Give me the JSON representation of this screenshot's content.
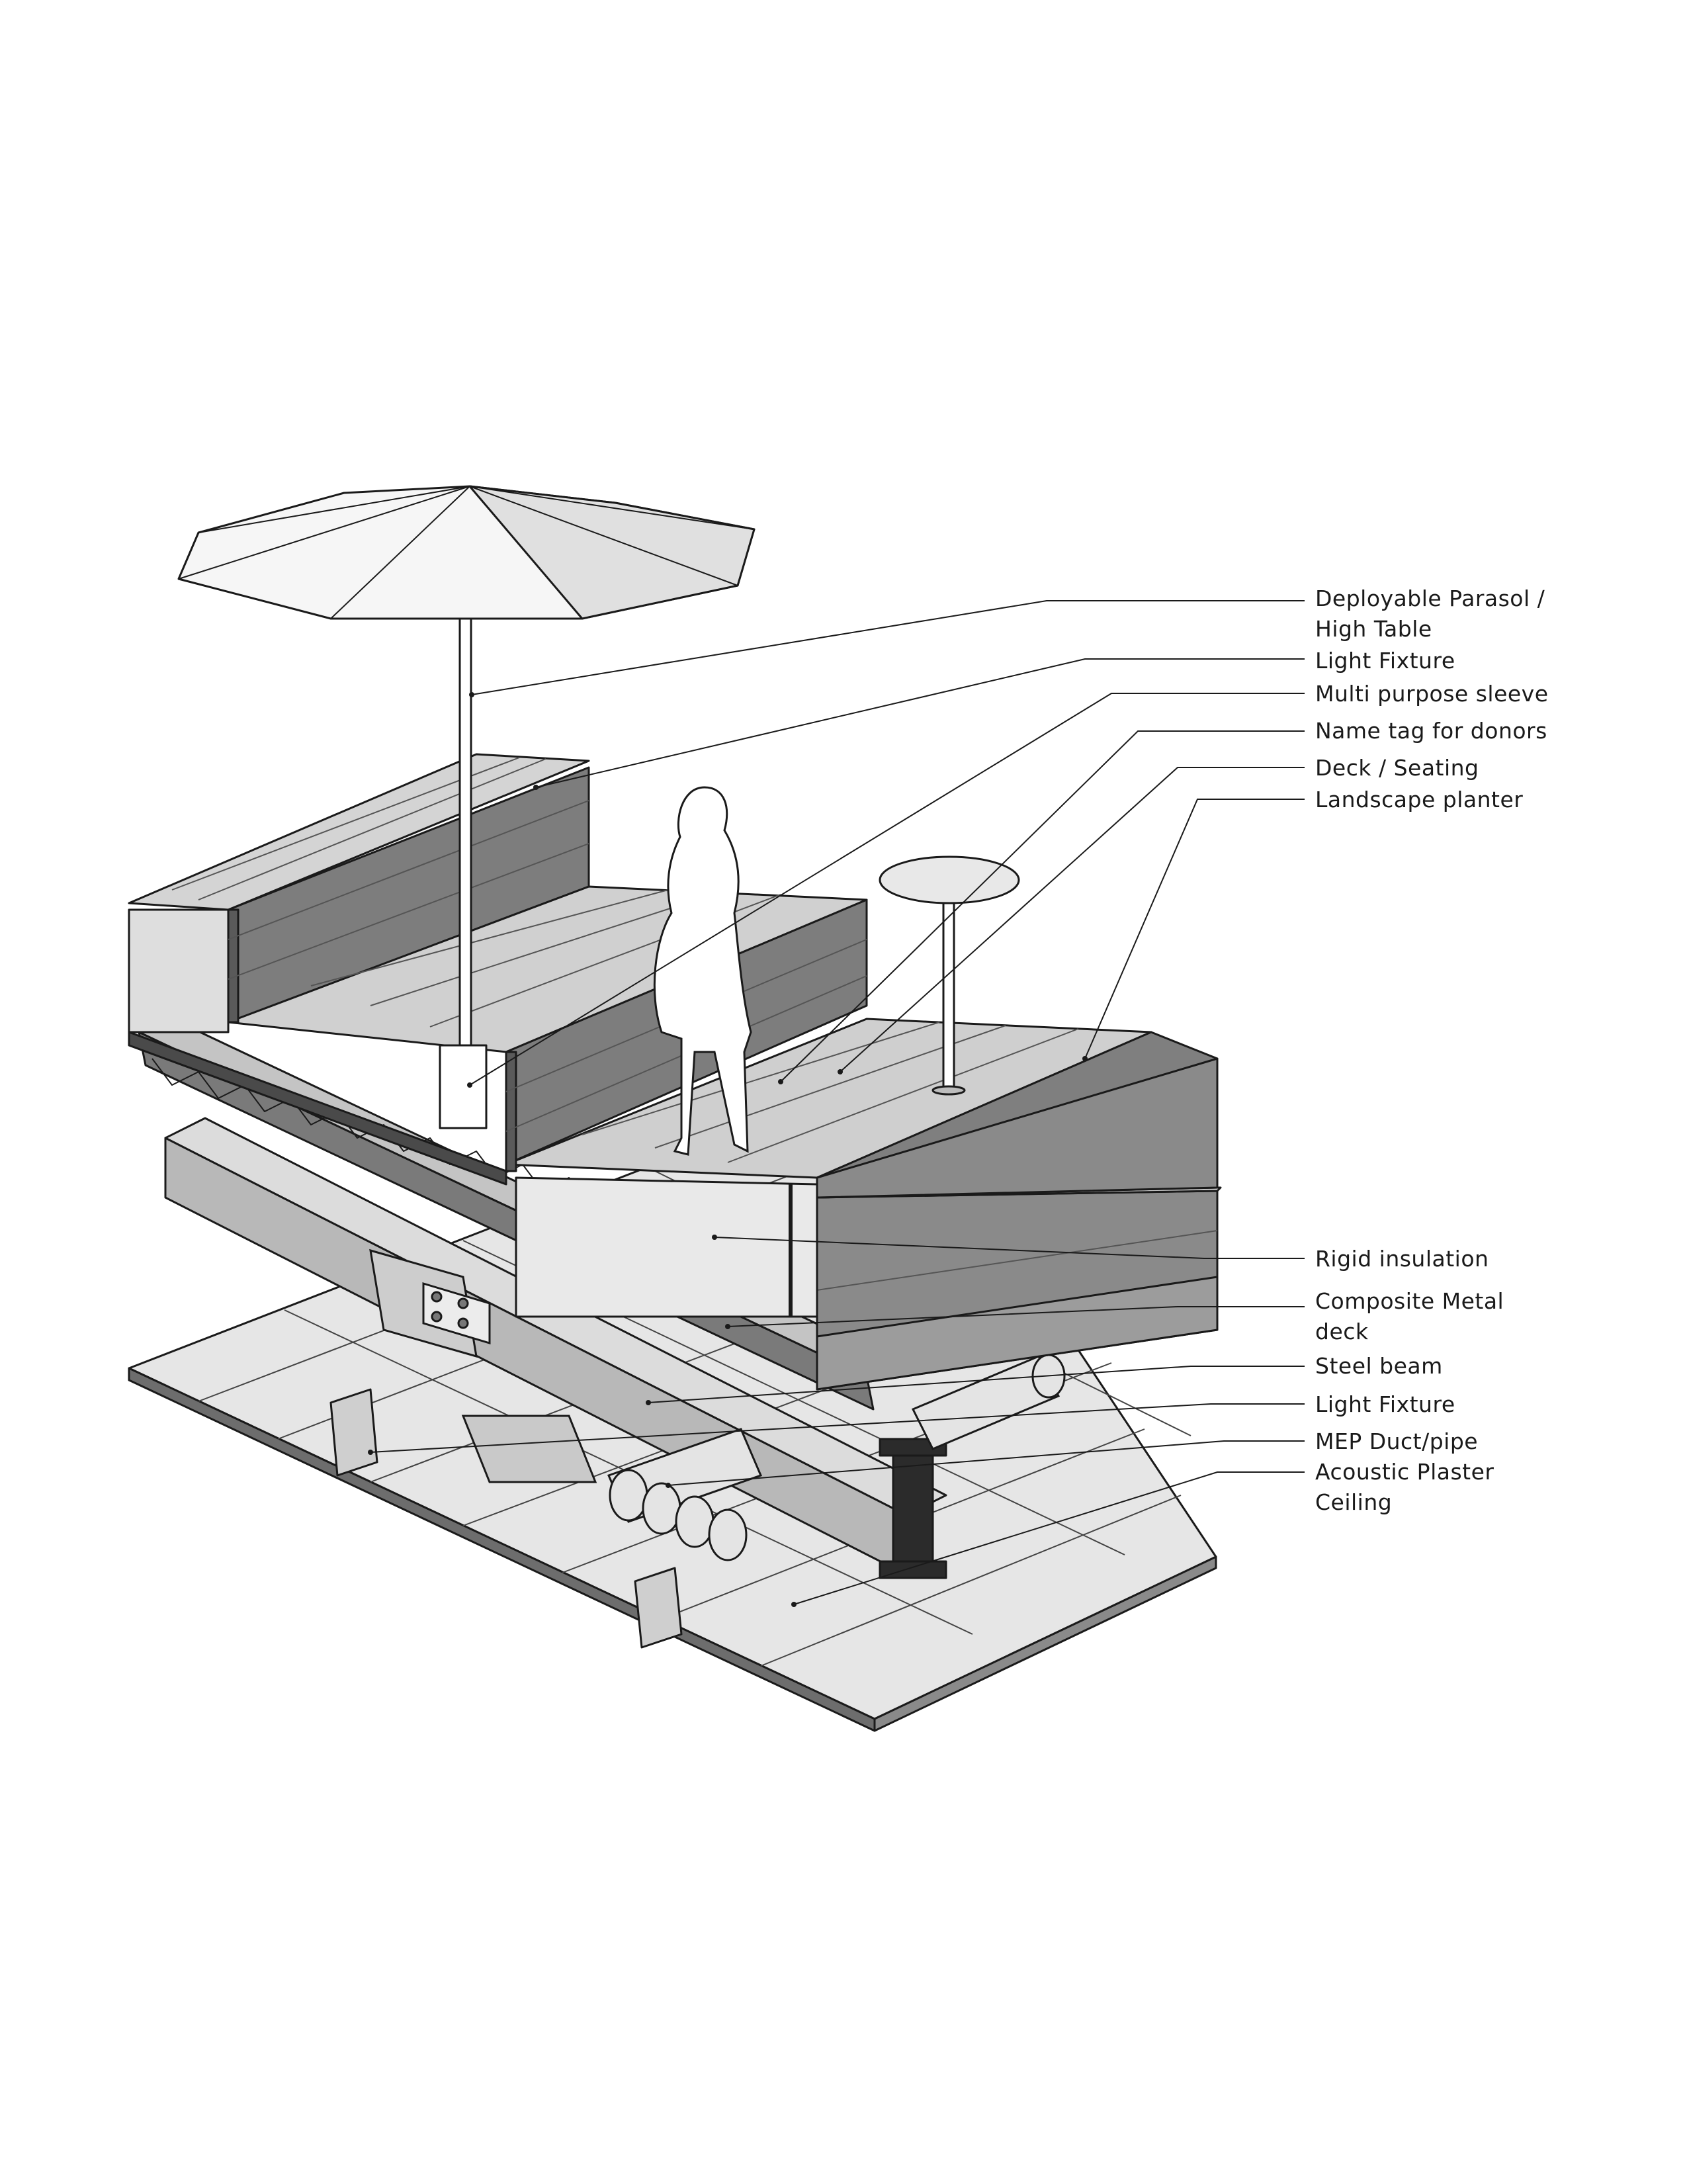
{
  "labels": {
    "deployable_parasol": {
      "line1": "Deployable Parasol /",
      "line2": "High Table"
    },
    "light_fixture_top": "Light Fixture",
    "multi_purpose_sleeve": "Multi purpose sleeve",
    "name_tag": "Name tag for donors",
    "deck_seating": "Deck / Seating",
    "landscape_planter": "Landscape planter",
    "rigid_insulation": "Rigid insulation",
    "composite_metal_deck": {
      "line1": "Composite Metal",
      "line2": "deck"
    },
    "steel_beam": "Steel beam",
    "light_fixture_bottom": "Light Fixture",
    "mep_duct": "MEP Duct/pipe",
    "acoustic_ceiling": {
      "line1": "Acoustic Plaster",
      "line2": "Ceiling"
    }
  },
  "colors": {
    "line": "#1a1a1a",
    "deck_top": "#d4d4d4",
    "wall_dark": "#7d7d7d",
    "wall_mid": "#a8a8a8",
    "ceiling": "#e2e2e2",
    "slab": "#9a9a9a"
  }
}
